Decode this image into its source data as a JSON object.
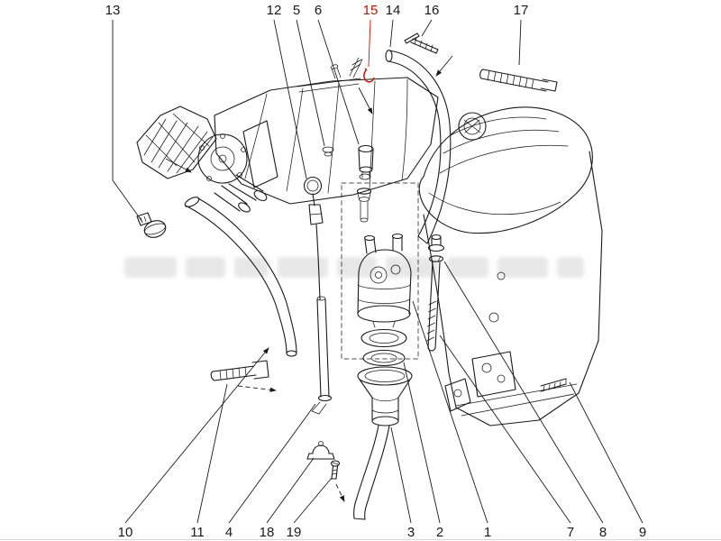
{
  "figure": {
    "description": "Exploded line-art parts diagram of an engine crankcase breather / oil separator assembly with intake manifold, throttle body, valve cover, dipstick, hoses, clamps and fasteners, annotated with numbered callouts",
    "background": "#ffffff",
    "line_color": "#1a1a1a",
    "highlight_color": "#c41200"
  },
  "callouts": [
    {
      "label": "13"
    },
    {
      "label": "12"
    },
    {
      "label": "5"
    },
    {
      "label": "6"
    },
    {
      "label": "15",
      "highlight": true
    },
    {
      "label": "14"
    },
    {
      "label": "16"
    },
    {
      "label": "17"
    },
    {
      "label": "10"
    },
    {
      "label": "11"
    },
    {
      "label": "4"
    },
    {
      "label": "18"
    },
    {
      "label": "19"
    },
    {
      "label": "3"
    },
    {
      "label": "2"
    },
    {
      "label": "1"
    },
    {
      "label": "7"
    },
    {
      "label": "8"
    },
    {
      "label": "9"
    }
  ]
}
